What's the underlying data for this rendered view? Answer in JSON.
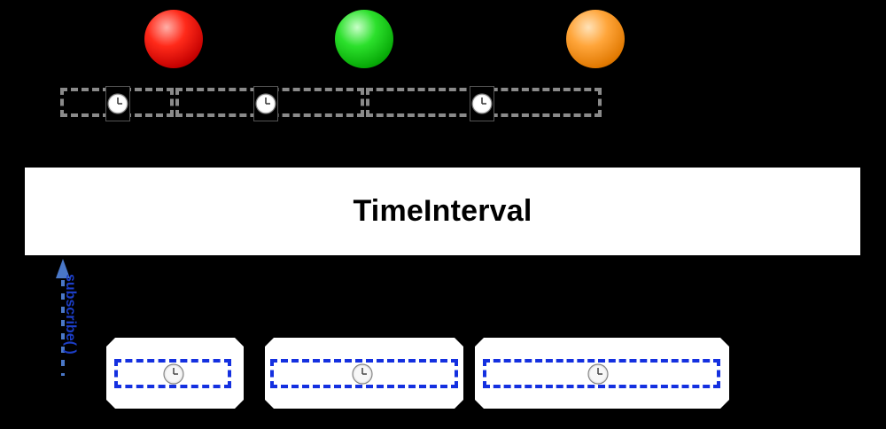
{
  "diagram": {
    "operator_label": "TimeInterval",
    "subscribe_label": "subscribe( )",
    "emitted_items": [
      {
        "color": "#e01010",
        "name": "red-ball"
      },
      {
        "color": "#10c010",
        "name": "green-ball"
      },
      {
        "color": "#f08a10",
        "name": "orange-ball"
      }
    ],
    "icons": {
      "clock": "clock-icon",
      "arrow": "arrow-up-icon"
    },
    "colors": {
      "background": "#000000",
      "operator_box": "#ffffff",
      "gray_dash": "#8a8a8a",
      "blue_dash": "#1430e0",
      "subscribe_text": "#1c3ec7",
      "arrow": "#4a78c8"
    }
  }
}
